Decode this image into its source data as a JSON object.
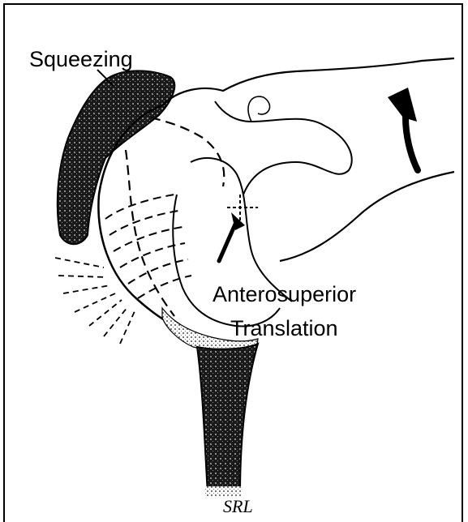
{
  "labels": {
    "squeezing": "Squeezing",
    "translation_line1": "Anterosuperior",
    "translation_line2": "Translation",
    "signature": "SRL"
  },
  "colors": {
    "ink": "#000000",
    "paper": "#ffffff",
    "dark_hatch": "#2a2a2a",
    "light_hatch": "#9a9a9a"
  }
}
